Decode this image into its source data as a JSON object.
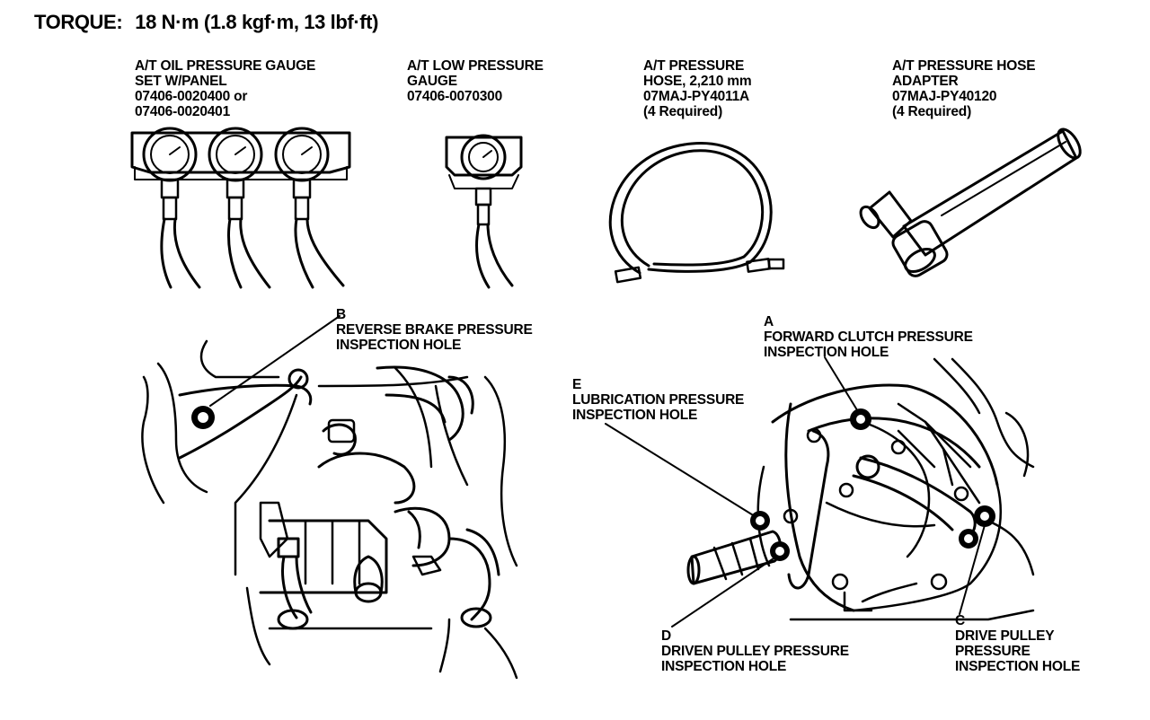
{
  "torque": {
    "label": "TORQUE:",
    "value": "18 N·m (1.8 kgf·m, 13 lbf·ft)"
  },
  "tools": [
    {
      "line1": "A/T OIL PRESSURE GAUGE",
      "line2": "SET W/PANEL",
      "line3": "07406-0020400 or",
      "line4": "07406-0020401"
    },
    {
      "line1": "A/T LOW PRESSURE",
      "line2": "GAUGE",
      "line3": "07406-0070300"
    },
    {
      "line1": "A/T PRESSURE",
      "line2": "HOSE, 2,210 mm",
      "line3": "07MAJ-PY4011A",
      "line4": "(4 Required)"
    },
    {
      "line1": "A/T PRESSURE HOSE",
      "line2": "ADAPTER",
      "line3": "07MAJ-PY40120",
      "line4": "(4 Required)"
    }
  ],
  "callouts": {
    "A": {
      "letter": "A",
      "line1": "FORWARD CLUTCH PRESSURE",
      "line2": "INSPECTION HOLE"
    },
    "B": {
      "letter": "B",
      "line1": "REVERSE BRAKE PRESSURE",
      "line2": "INSPECTION HOLE"
    },
    "C": {
      "letter": "C",
      "line1": "DRIVE PULLEY",
      "line2": "PRESSURE",
      "line3": "INSPECTION HOLE"
    },
    "D": {
      "letter": "D",
      "line1": "DRIVEN PULLEY PRESSURE",
      "line2": "INSPECTION HOLE"
    },
    "E": {
      "letter": "E",
      "line1": "LUBRICATION PRESSURE",
      "line2": "INSPECTION HOLE"
    }
  }
}
